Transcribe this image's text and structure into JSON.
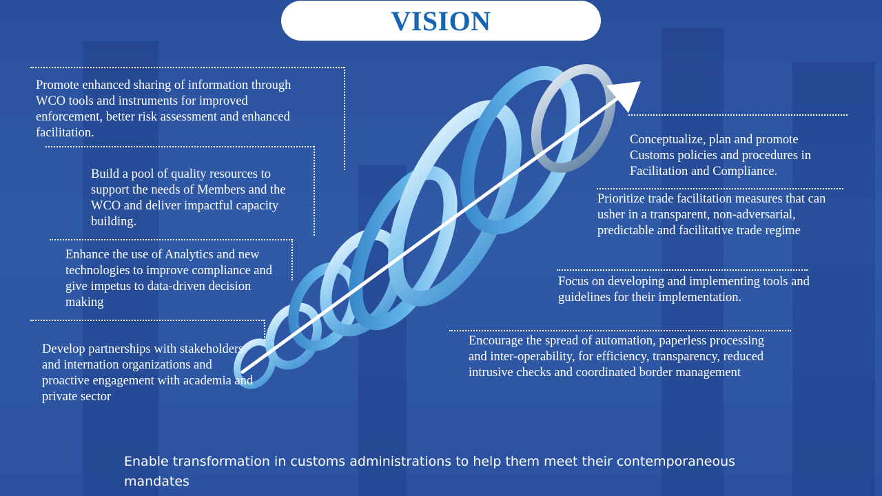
{
  "title": "VISION",
  "left_items": [
    "Promote enhanced sharing of information through WCO tools and instruments for improved enforcement, better risk assessment and enhanced facilitation.",
    "Build a pool of quality resources to support the needs of Members and the WCO and deliver impactful capacity building.",
    "Enhance the use of Analytics and new technologies to improve compliance and give impetus to data-driven decision making",
    "Develop partnerships with stakeholders and internation organizations and proactive engagement with academia and private sector"
  ],
  "right_items": [
    "Conceptualize, plan and promote Customs policies and procedures in Facilitation and Compliance.",
    "Prioritize trade facilitation measures that can usher in a transparent, non-adversarial, predictable and facilitative trade regime",
    "Focus on developing and implementing tools and guidelines for their implementation.",
    "Encourage the spread of automation, paperless processing and inter-operability, for efficiency, transparency, reduced intrusive checks and coordinated border management"
  ],
  "bottom_statement": "Enable transformation in customs administrations to help them meet their contemporaneous mandates",
  "colors": {
    "background": "#2d55a3",
    "title_text": "#1565b3",
    "ring_light": "#dff3ff",
    "ring_mid": "#7fc4ef",
    "ring_dark": "#3f8fd0"
  }
}
